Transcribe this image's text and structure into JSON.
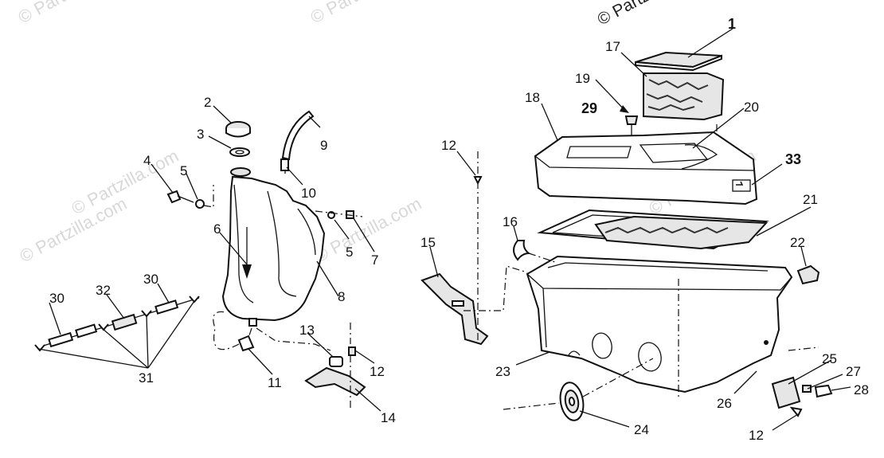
{
  "watermark": {
    "text": "© Partzilla.com",
    "copyright_text": "© Partzilla.com"
  },
  "callouts": [
    {
      "id": "c1",
      "text": "1"
    },
    {
      "id": "c2",
      "text": "2"
    },
    {
      "id": "c3",
      "text": "3"
    },
    {
      "id": "c4",
      "text": "4"
    },
    {
      "id": "c5a",
      "text": "5"
    },
    {
      "id": "c5b",
      "text": "5"
    },
    {
      "id": "c6",
      "text": "6"
    },
    {
      "id": "c7",
      "text": "7"
    },
    {
      "id": "c8",
      "text": "8"
    },
    {
      "id": "c9",
      "text": "9"
    },
    {
      "id": "c10",
      "text": "10"
    },
    {
      "id": "c11",
      "text": "11"
    },
    {
      "id": "c12a",
      "text": "12"
    },
    {
      "id": "c12b",
      "text": "12"
    },
    {
      "id": "c12c",
      "text": "12"
    },
    {
      "id": "c13",
      "text": "13"
    },
    {
      "id": "c14",
      "text": "14"
    },
    {
      "id": "c15",
      "text": "15"
    },
    {
      "id": "c16",
      "text": "16"
    },
    {
      "id": "c17",
      "text": "17"
    },
    {
      "id": "c18",
      "text": "18"
    },
    {
      "id": "c19",
      "text": "19"
    },
    {
      "id": "c20",
      "text": "20"
    },
    {
      "id": "c21",
      "text": "21"
    },
    {
      "id": "c22",
      "text": "22"
    },
    {
      "id": "c23",
      "text": "23"
    },
    {
      "id": "c24",
      "text": "24"
    },
    {
      "id": "c25",
      "text": "25"
    },
    {
      "id": "c26",
      "text": "26"
    },
    {
      "id": "c27",
      "text": "27"
    },
    {
      "id": "c28",
      "text": "28"
    },
    {
      "id": "c29",
      "text": "29"
    },
    {
      "id": "c30a",
      "text": "30"
    },
    {
      "id": "c30b",
      "text": "30"
    },
    {
      "id": "c31",
      "text": "31"
    },
    {
      "id": "c32",
      "text": "32"
    },
    {
      "id": "c33",
      "text": "33"
    }
  ]
}
